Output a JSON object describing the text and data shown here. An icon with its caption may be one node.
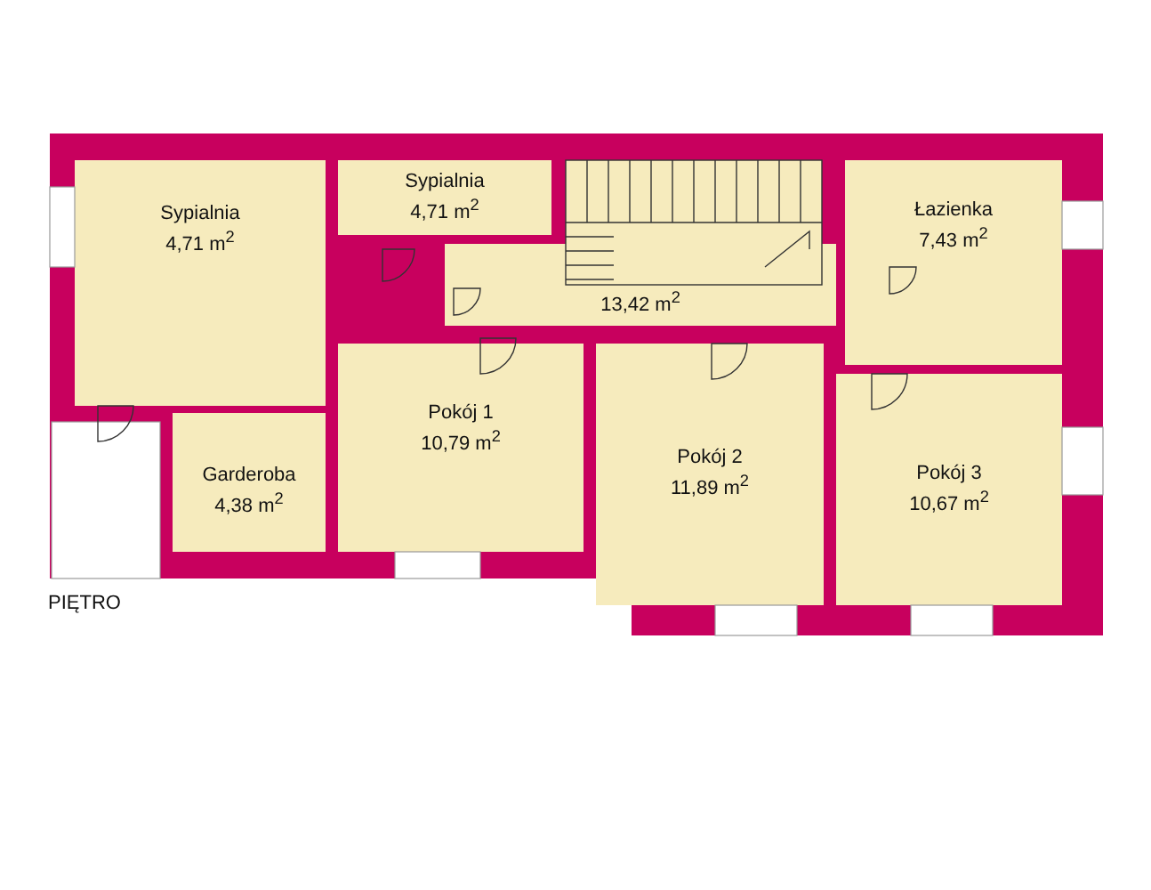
{
  "diagram": {
    "nodes": [
      {
        "text": [
          "Sypialnia",
          "4,71 m$^{2}$"
        ]
      },
      {
        "text": [
          "Sypialnia",
          "4,71 m$^{2}$"
        ]
      },
      {
        "text": [
          "13,42 m$^{2}$"
        ]
      },
      {
        "text": [
          "Łazienka",
          "7,43 m$^{2}$"
        ]
      },
      {
        "text": [
          "Pokój 1",
          "10,79 m$^{2}$"
        ]
      },
      {
        "text": [
          "Pokój 2",
          "11,89 m$^{2}$"
        ]
      },
      {
        "text": [
          "Pokój 3",
          "10,67 m$^{2}$"
        ]
      },
      {
        "text": [
          "Garderoba",
          "4,38 m$^{2}$"
        ]
      }
    ],
    "labels": [
      "PIĘTRO"
    ]
  }
}
